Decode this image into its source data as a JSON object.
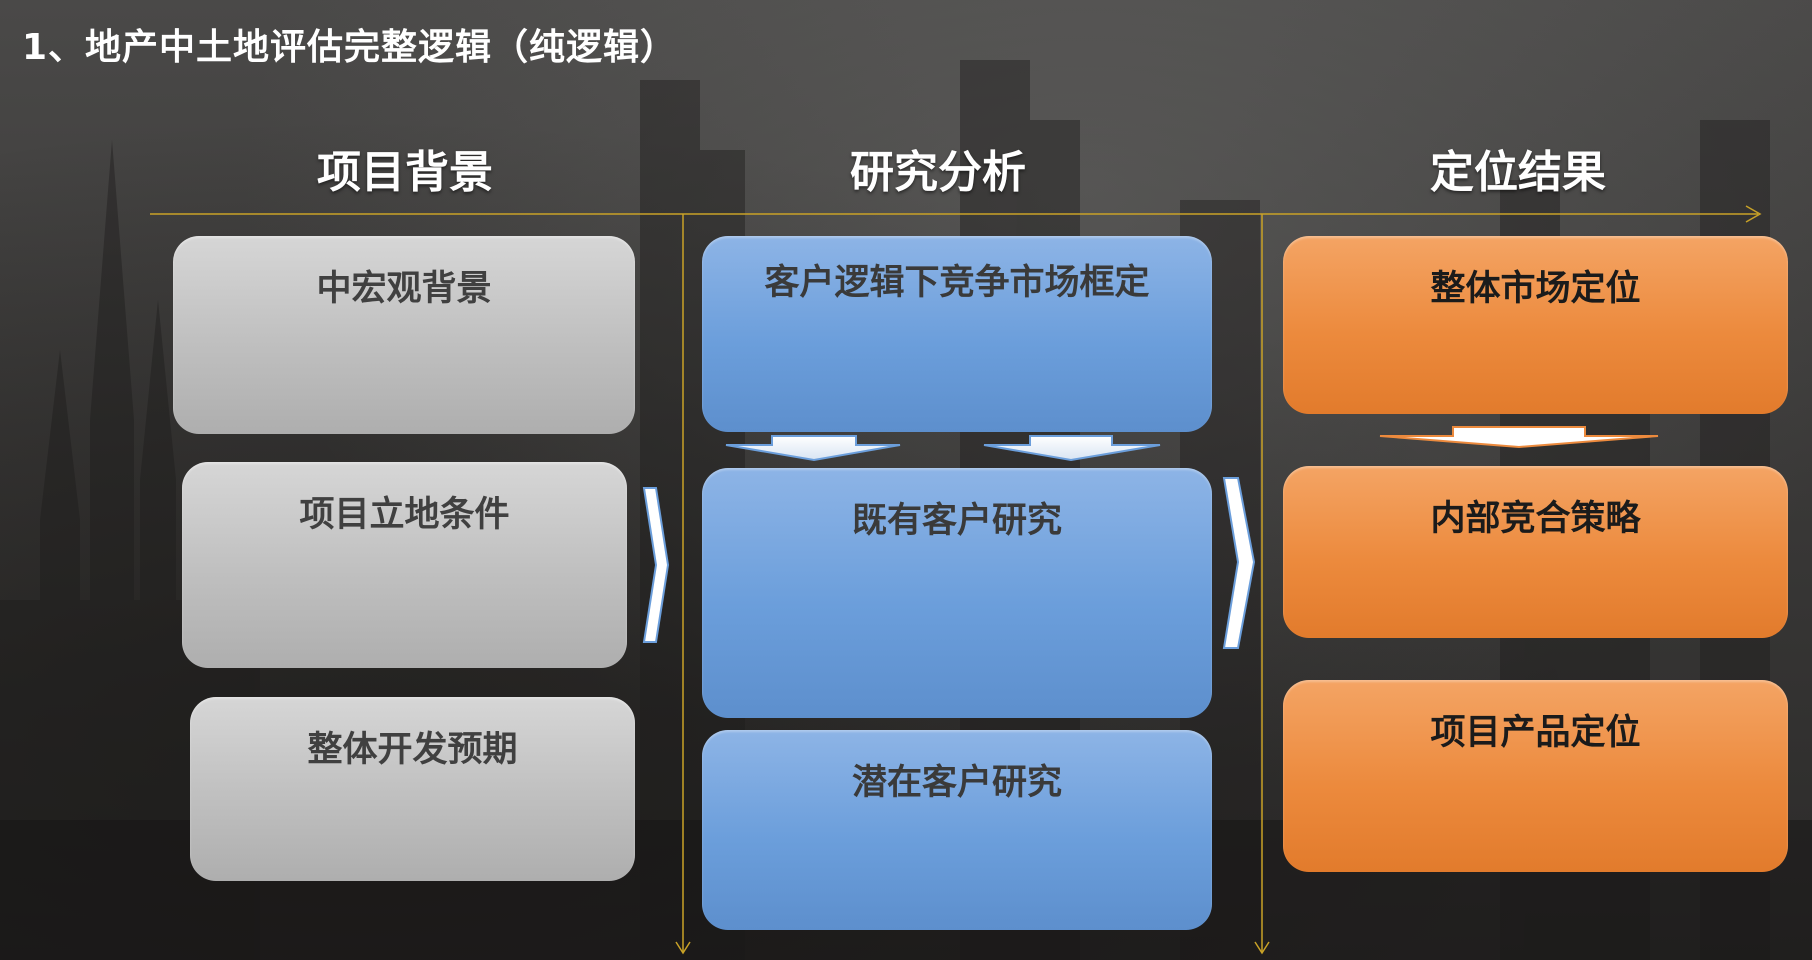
{
  "slide": {
    "title": "1、地产中土地评估完整逻辑（纯逻辑）"
  },
  "columns": [
    {
      "header": "项目背景",
      "color": "#bfbfbf",
      "boxes": [
        "中宏观背景",
        "项目立地条件",
        "整体开发预期"
      ]
    },
    {
      "header": "研究分析",
      "color": "#6b9edb",
      "boxes": [
        "客户逻辑下竞争市场框定",
        "既有客户研究",
        "潜在客户研究"
      ]
    },
    {
      "header": "定位结果",
      "color": "#ec8a3d",
      "boxes": [
        "整体市场定位",
        "内部竞合策略",
        "项目产品定位"
      ]
    }
  ],
  "icons": {
    "flow_right": "arrow-right-icon",
    "flow_down": "arrow-down-icon"
  },
  "axis_color": "#c9a227"
}
